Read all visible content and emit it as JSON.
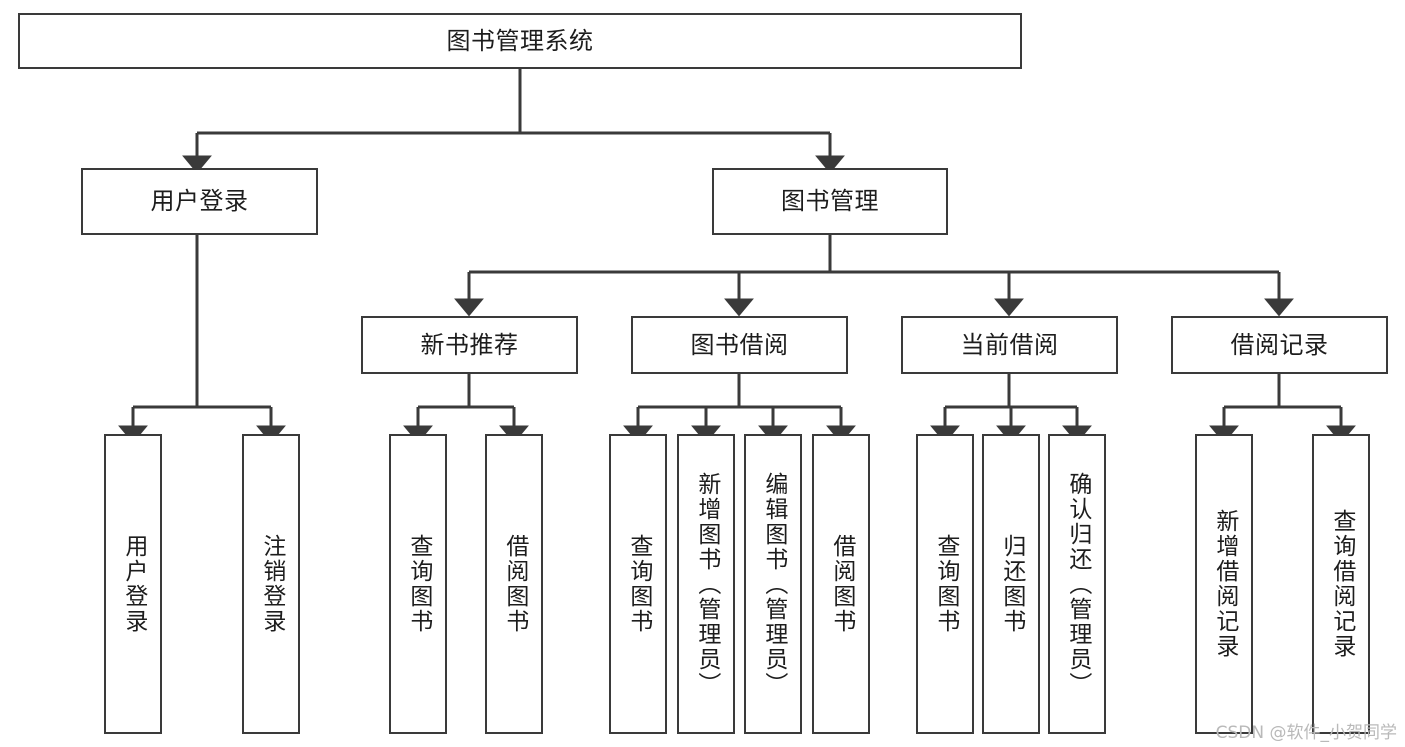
{
  "diagram": {
    "type": "tree-structure-chart",
    "title": "图书管理系统",
    "line_color": "#3a3a3a",
    "background_color": "#ffffff",
    "text_color": "#1d1d1d",
    "watermark": "CSDN @软件_小贺同学",
    "nodes": {
      "root": {
        "label": "图书管理系统"
      },
      "level2": [
        {
          "id": "user-login",
          "label": "用户登录"
        },
        {
          "id": "book-management",
          "label": "图书管理"
        }
      ],
      "level3": [
        {
          "id": "new-book-recommend",
          "label": "新书推荐"
        },
        {
          "id": "book-borrow",
          "label": "图书借阅"
        },
        {
          "id": "current-borrow",
          "label": "当前借阅"
        },
        {
          "id": "borrow-record",
          "label": "借阅记录"
        }
      ],
      "leaves": {
        "user_login": [
          {
            "id": "leaf-user-login",
            "label": "用户登录"
          },
          {
            "id": "leaf-user-logout",
            "label": "注销登录"
          }
        ],
        "new_book_recommend": [
          {
            "id": "leaf-query-book-1",
            "label": "查询图书"
          },
          {
            "id": "leaf-borrow-book-1",
            "label": "借阅图书"
          }
        ],
        "book_borrow": [
          {
            "id": "leaf-query-book-2",
            "label": "查询图书"
          },
          {
            "id": "leaf-add-book",
            "label": "新增图书（管理员）"
          },
          {
            "id": "leaf-edit-book",
            "label": "编辑图书（管理员）"
          },
          {
            "id": "leaf-borrow-book-2",
            "label": "借阅图书"
          }
        ],
        "current_borrow": [
          {
            "id": "leaf-query-book-3",
            "label": "查询图书"
          },
          {
            "id": "leaf-return-book",
            "label": "归还图书"
          },
          {
            "id": "leaf-confirm-return",
            "label": "确认归还（管理员）"
          }
        ],
        "borrow_record": [
          {
            "id": "leaf-add-record",
            "label": "新增借阅记录"
          },
          {
            "id": "leaf-query-record",
            "label": "查询借阅记录"
          }
        ]
      }
    }
  }
}
